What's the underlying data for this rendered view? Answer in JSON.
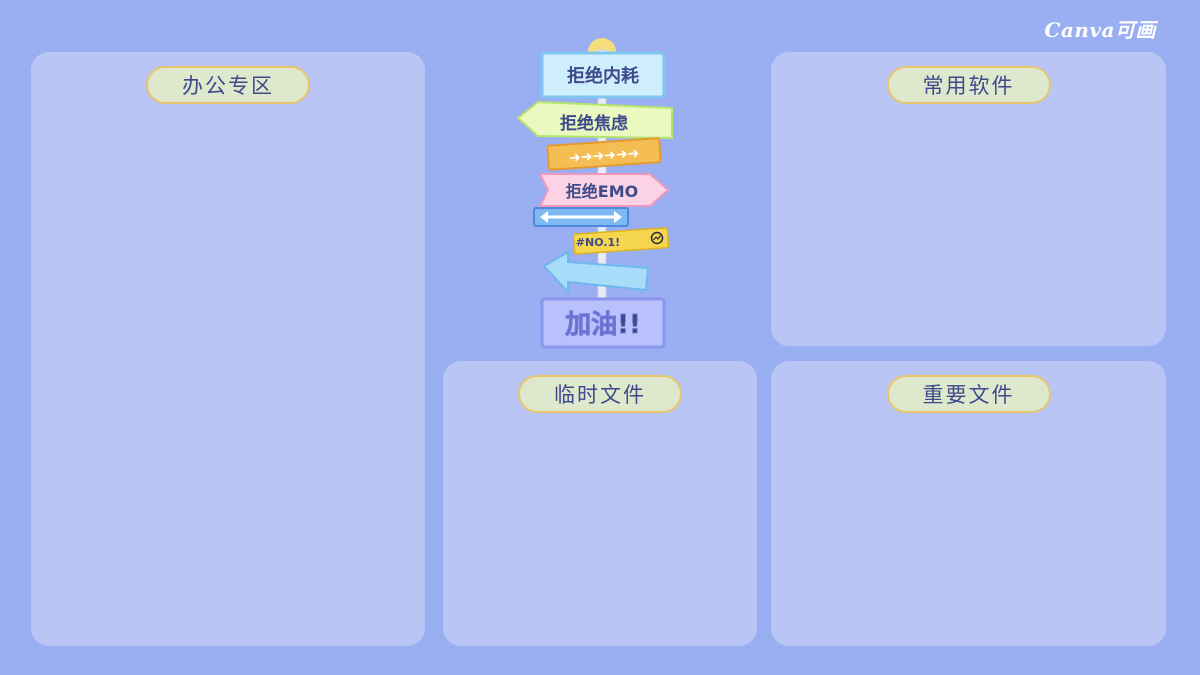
{
  "brand": {
    "logo": "Canva可画"
  },
  "panels": {
    "office": {
      "title": "办公专区"
    },
    "software": {
      "title": "常用软件"
    },
    "temp": {
      "title": "临时文件"
    },
    "important": {
      "title": "重要文件"
    }
  },
  "signpost": {
    "signs": [
      "拒绝内耗",
      "拒绝焦虑",
      "拒绝EMO",
      "#NO.1!",
      "加油!!"
    ]
  },
  "colors": {
    "background": "#9aaef2",
    "panel": "#b8c5f5",
    "pill_fill": "#dde8cc",
    "pill_border": "#e9c56e",
    "text": "#3f4a8c"
  }
}
